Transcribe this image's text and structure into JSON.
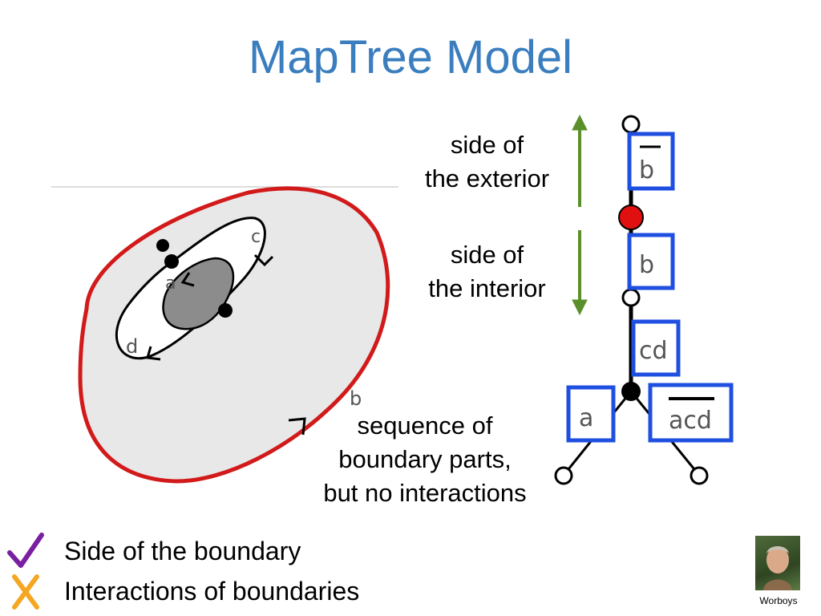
{
  "slide": {
    "title": "MapTree Model"
  },
  "map": {
    "labels": {
      "a": "a",
      "b": "b",
      "c": "c",
      "d": "d"
    }
  },
  "annotations": {
    "exterior": [
      "side of",
      "the exterior"
    ],
    "interior": [
      "side of",
      "the interior"
    ],
    "sequence": [
      "sequence of",
      "boundary parts,",
      "but no interactions"
    ]
  },
  "tree": {
    "boxes": {
      "b_bar": "b",
      "b": "b",
      "cd": "cd",
      "a": "a",
      "acd_bar": "acd"
    }
  },
  "legend": {
    "items": [
      {
        "icon": "check-icon",
        "text": "Side of the boundary",
        "color": "#7a1fa2"
      },
      {
        "icon": "cross-icon",
        "text": "Interactions of boundaries",
        "color": "#f5a623"
      }
    ]
  },
  "credit": {
    "name": "Worboys"
  },
  "colors": {
    "title": "#3a7ebf",
    "highlight_box": "#1f4fe0",
    "arrow": "#5a8f2a",
    "outer_boundary": "#d21a1a",
    "node_red": "#e01010"
  }
}
